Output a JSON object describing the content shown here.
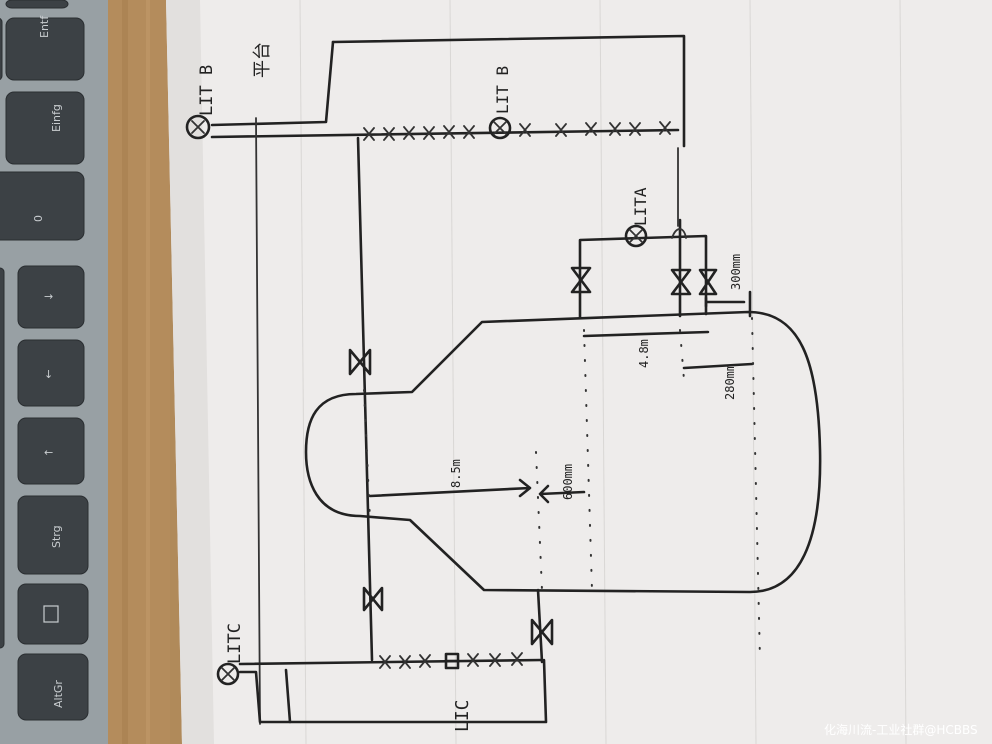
{
  "keyboard": {
    "keys": [
      "Entf",
      "Einfg",
      "0",
      "Strg",
      "AltGr"
    ]
  },
  "labels": {
    "lit_b_top": "LIT B",
    "platform": "平台",
    "lit_b_mid": "LIT B",
    "lita": "LITA",
    "litc": "LITC",
    "lic": "LIC"
  },
  "dimensions": {
    "d_300mm": "300mm",
    "d_4_8m": "4.8m",
    "d_280mm": "280mm",
    "d_8_5m": "8.5m",
    "d_600mm": "600mm"
  },
  "watermark": "化海川流-工业社群@HCBBS"
}
